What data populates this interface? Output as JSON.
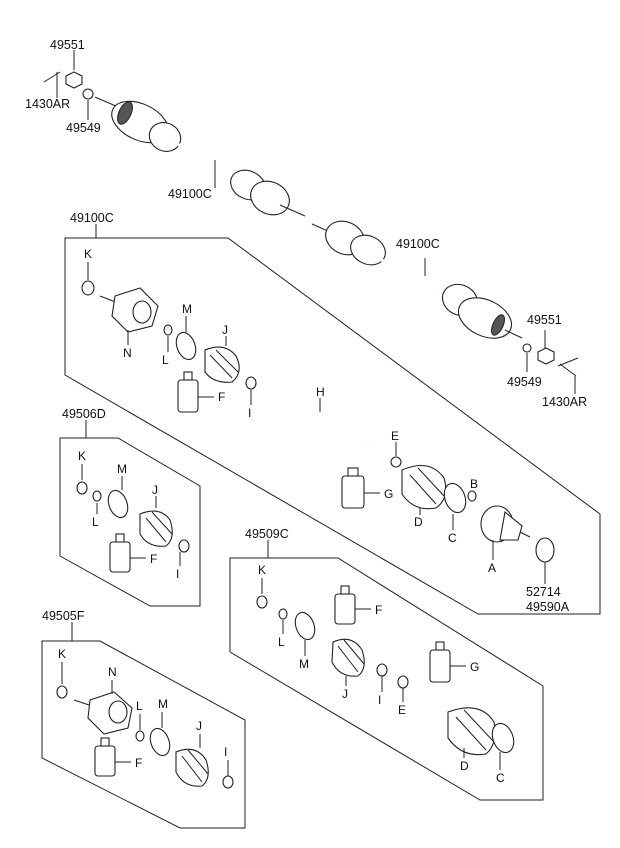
{
  "labels": {
    "top_nut": "49551",
    "top_pin": "1430AR",
    "top_washer": "49549",
    "shaft_left": "49100C",
    "shaft_right": "49100C",
    "right_nut": "49551",
    "right_washer": "49549",
    "right_pin": "1430AR",
    "kit_main": "49100C",
    "kit_d": "49506D",
    "kit_c": "49509C",
    "kit_f": "49505F",
    "part_52714": "52714",
    "part_49590a": "49590A"
  },
  "letters": {
    "K": "K",
    "N": "N",
    "M": "M",
    "L": "L",
    "J": "J",
    "F": "F",
    "I": "I",
    "H": "H",
    "E": "E",
    "G": "G",
    "D": "D",
    "C": "C",
    "B": "B",
    "A": "A"
  }
}
